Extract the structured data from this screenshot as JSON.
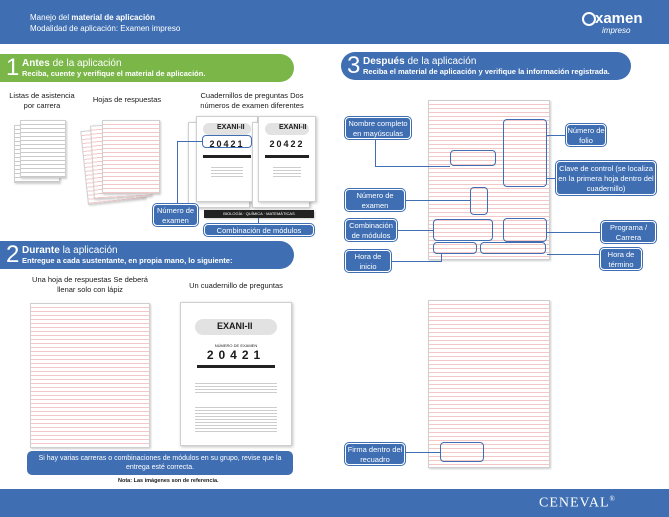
{
  "header": {
    "line1_prefix": "Manejo del ",
    "line1_bold": "material de aplicación",
    "line2": "Modalidad de aplicación: Examen impreso",
    "logo_word": "xamen",
    "logo_sub": "impreso"
  },
  "section1": {
    "number": "1",
    "title_bold": "Antes",
    "title_rest": " de la aplicación",
    "subtitle": "Reciba, cuente y verifique el material de aplicación.",
    "label_lists": "Listas de asistencia por carrera",
    "label_sheets": "Hojas de respuestas",
    "label_booklets": "Cuadernillos de preguntas Dos números de examen diferentes",
    "exam_a": "20421",
    "exam_b": "20422",
    "exam_name": "EXANI-II",
    "callout_number": "Número de examen",
    "callout_modules": "Combinación de módulos",
    "modules_bar": "BIOLOGÍA · QUÍMICA · MATEMÁTICAS"
  },
  "section2": {
    "number": "2",
    "title_bold": "Durante",
    "title_rest": " la aplicación",
    "subtitle": "Entregue a cada sustentante, en propia mano, lo siguiente:",
    "label_sheet": "Una hoja de respuestas Se deberá llenar solo con lápiz",
    "label_booklet": "Un cuadernillo de preguntas",
    "exam_name": "EXANI-II",
    "exam_number_label": "NÚMERO DE EXAMEN",
    "exam_number": "20421",
    "info": "Si hay varias carreras o combinaciones de módulos en su grupo, revise que la entrega esté correcta.",
    "note": "Nota: Las imágenes son de referencia."
  },
  "section3": {
    "number": "3",
    "title_bold": "Después",
    "title_rest": " de la aplicación",
    "subtitle": "Reciba el material de aplicación y verifique la información registrada.",
    "callouts": {
      "name": "Nombre completo en mayúsculas",
      "folio": "Número de folio",
      "control": "Clave de control (se localiza en la primera hoja dentro del cuadernillo)",
      "exam_number": "Número de examen",
      "modules": "Combinación de módulos",
      "program": "Programa / Carrera",
      "start": "Hora de inicio",
      "end": "Hora de término",
      "signature": "Firma dentro del recuadro"
    }
  },
  "footer": {
    "brand": "CENEVAL",
    "reg": "®"
  },
  "colors": {
    "primary": "#3f6fb2",
    "green": "#7ab648",
    "pink": "#f3c7c7"
  }
}
